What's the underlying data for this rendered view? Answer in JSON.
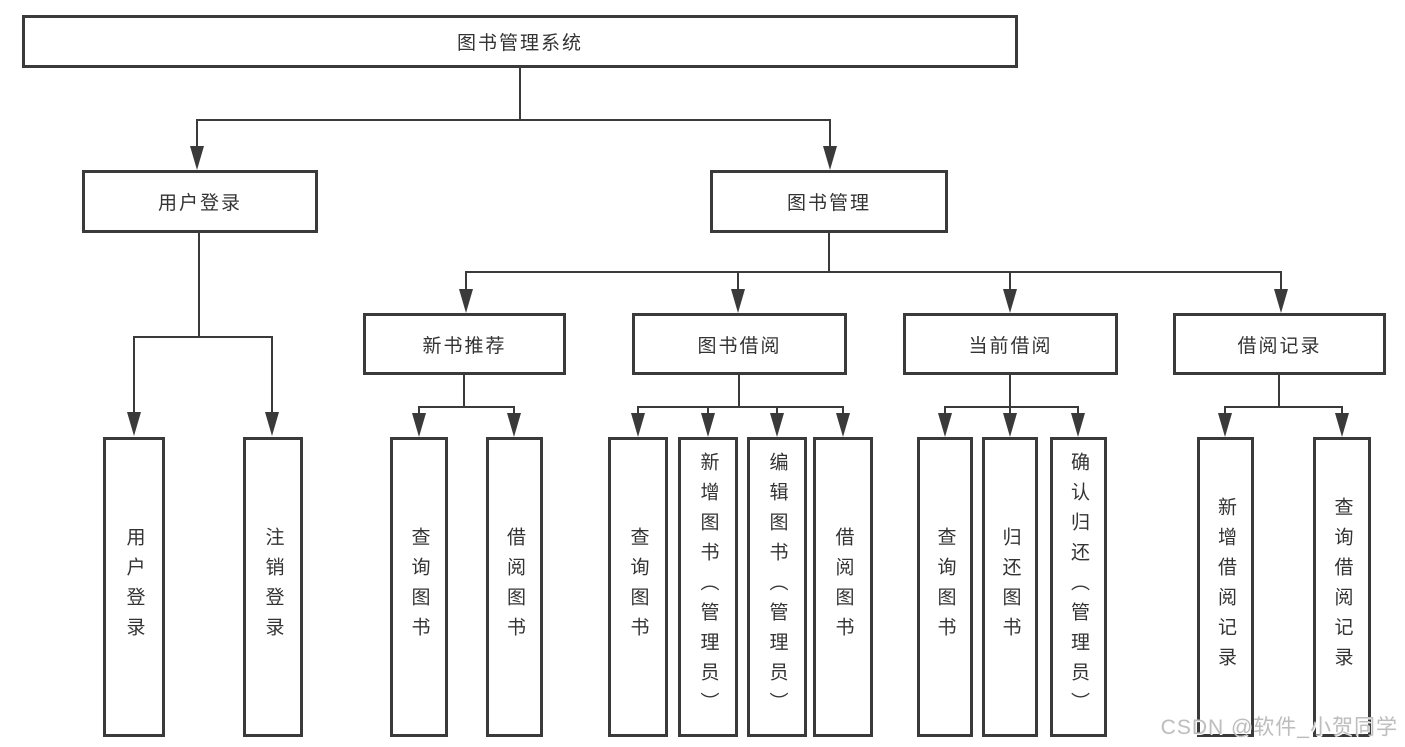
{
  "colors": {
    "line": "#3a3a3a",
    "text": "#333333",
    "watermark": "#bdbdbd",
    "background": "#ffffff"
  },
  "watermark": "CSDN @软件_小贺同学",
  "tree": {
    "root": "图书管理系统",
    "children": [
      {
        "label": "用户登录",
        "children": [
          "用户登录",
          "注销登录"
        ]
      },
      {
        "label": "图书管理",
        "children": [
          {
            "label": "新书推荐",
            "children": [
              "查询图书",
              "借阅图书"
            ]
          },
          {
            "label": "图书借阅",
            "children": [
              "查询图书",
              "新增图书（管理员）",
              "编辑图书（管理员）",
              "借阅图书"
            ]
          },
          {
            "label": "当前借阅",
            "children": [
              "查询图书",
              "归还图书",
              "确认归还（管理员）"
            ]
          },
          {
            "label": "借阅记录",
            "children": [
              "新增借阅记录",
              "查询借阅记录"
            ]
          }
        ]
      }
    ]
  }
}
